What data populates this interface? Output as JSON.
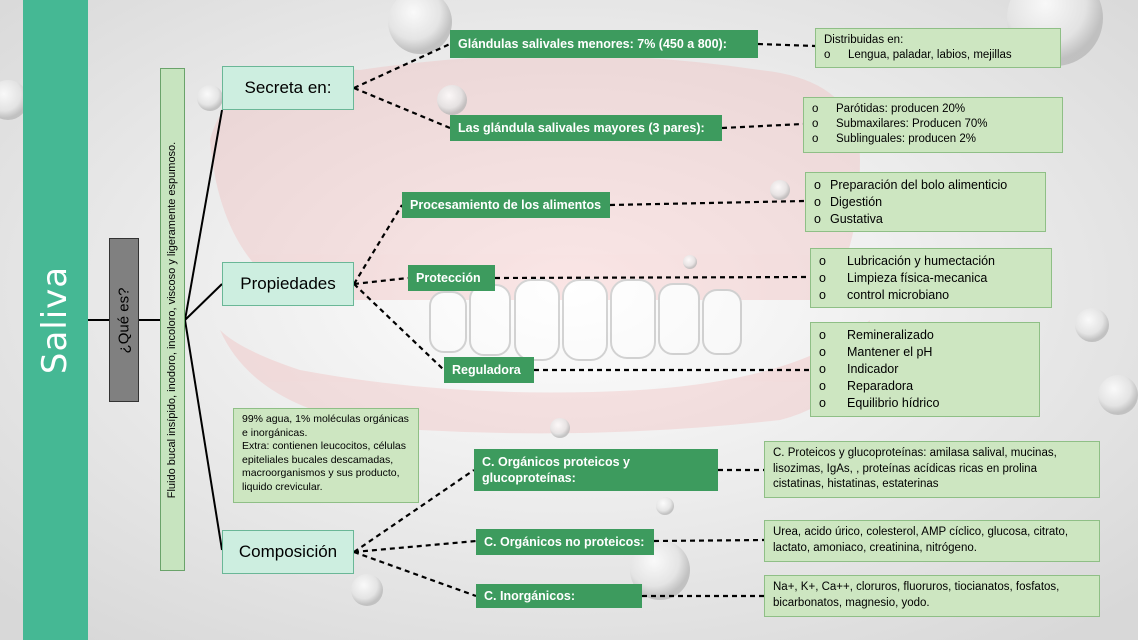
{
  "title": "Saliva",
  "question": "¿Qué es?",
  "definition": "Fluido bucal insípido, inodoro, incoloro, viscoso y ligeramente espumoso.",
  "composition_note": "99% agua, 1% moléculas orgánicas e inorgánicas.\nExtra: contienen leucocitos, células epiteliales bucales descamadas, macroorganismos y sus producto, liquido crevicular.",
  "bullet": "o",
  "branches": {
    "secreta": {
      "label": "Secreta en:",
      "menores": {
        "label": "Glándulas salivales menores: 7% (450 a 800):",
        "detail_title": "Distribuidas en:",
        "detail_items": [
          "Lengua, paladar, labios, mejillas"
        ]
      },
      "mayores": {
        "label": "Las glándula salivales mayores (3 pares):",
        "detail_items": [
          "Parótidas: producen 20%",
          "Submaxilares: Producen 70%",
          "Sublinguales: producen 2%"
        ]
      }
    },
    "propiedades": {
      "label": "Propiedades",
      "procesamiento": {
        "label": "Procesamiento de los alimentos",
        "detail_items": [
          "Preparación del bolo alimenticio",
          "Digestión",
          "Gustativa"
        ]
      },
      "proteccion": {
        "label": "Protección",
        "detail_items": [
          "Lubricación y humectación",
          "Limpieza física-mecanica",
          "control microbiano"
        ]
      },
      "reguladora": {
        "label": "Reguladora",
        "detail_items": [
          "Remineralizado",
          "Mantener el pH",
          "Indicador",
          "Reparadora",
          "Equilibrio hídrico"
        ]
      }
    },
    "composicion": {
      "label": "Composición",
      "proteicos": {
        "label": "C. Orgánicos proteicos y glucoproteínas:",
        "detail": "C. Proteicos y glucoproteínas: amilasa salival, mucinas, lisozimas, IgAs, , proteínas acídicas ricas en prolina cistatinas, histatinas, estaterinas"
      },
      "no_proteicos": {
        "label": "C. Orgánicos no proteicos:",
        "detail": "Urea, acido úrico, colesterol, AMP cíclico, glucosa, citrato, lactato, amoniaco, creatinina, nitrógeno."
      },
      "inorganicos": {
        "label": "C. Inorgánicos:",
        "detail": "Na+, K+, Ca++, cloruros, fluoruros, tiocianatos, fosfatos, bicarbonatos, magnesio, yodo."
      }
    }
  },
  "colors": {
    "title_bar": "#45b894",
    "green_box": "#3d9b5e",
    "mint_box": "#cdeee0",
    "light_box": "#cde6c1",
    "question_box": "#808080"
  }
}
